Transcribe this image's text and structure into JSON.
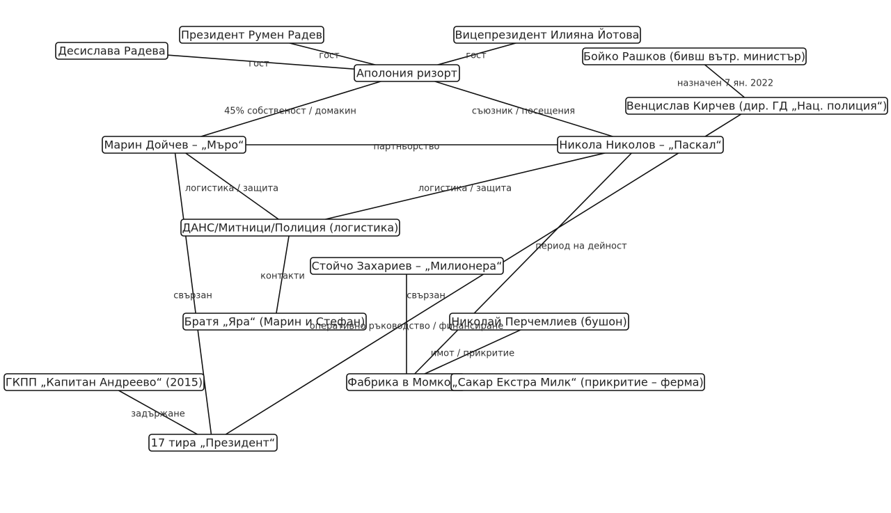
{
  "diagram": {
    "nodes": [
      {
        "id": "president",
        "label": "Президент Румен Радев"
      },
      {
        "id": "vicepresident",
        "label": "Вицепрезидент Илияна Йотова"
      },
      {
        "id": "desislava",
        "label": "Десислава Радева"
      },
      {
        "id": "boyko",
        "label": "Бойко Рашков (бивш вътр. министър)"
      },
      {
        "id": "apolonia",
        "label": "Аполония ризорт"
      },
      {
        "id": "ventsislav",
        "label": "Венцислав Кирчев (дир. ГД „Нац. полиция“)"
      },
      {
        "id": "marin",
        "label": "Марин Дойчев – „Мъро“"
      },
      {
        "id": "nikola",
        "label": "Никола Николов – „Паскал“"
      },
      {
        "id": "dans",
        "label": "ДАНС/Митници/Полиция (логистика)"
      },
      {
        "id": "stoycho",
        "label": "Стойчо Захариев – „Милионера“"
      },
      {
        "id": "yara",
        "label": "Братя „Яра“ (Марин и Стефан)"
      },
      {
        "id": "perchemliev",
        "label": "Николай Перчемлиев (бушон)"
      },
      {
        "id": "gkpp",
        "label": "ГКПП „Капитан Андреево“ (2015)"
      },
      {
        "id": "fabrika",
        "label": "Фабрика в Момково"
      },
      {
        "id": "sakar",
        "label": "„Сакар Екстра Милк“ (прикритие – ферма)"
      },
      {
        "id": "tiri",
        "label": "17 тира „Президент“"
      }
    ],
    "edges": [
      {
        "from": "president",
        "to": "apolonia",
        "label": "гост"
      },
      {
        "from": "vicepresident",
        "to": "apolonia",
        "label": "гост"
      },
      {
        "from": "desislava",
        "to": "apolonia",
        "label": "гост"
      },
      {
        "from": "marin",
        "to": "apolonia",
        "label": "45% собственост / домакин"
      },
      {
        "from": "nikola",
        "to": "apolonia",
        "label": "съюзник / посещения"
      },
      {
        "from": "boyko",
        "to": "ventsislav",
        "label": "назначен 7 ян. 2022"
      },
      {
        "from": "nikola",
        "to": "marin",
        "label": "партньорство"
      },
      {
        "from": "dans",
        "to": "marin",
        "label": "логистика / защита"
      },
      {
        "from": "nikola",
        "to": "dans",
        "label": "логистика / защита"
      },
      {
        "from": "ventsislav",
        "to": "tiri",
        "label": "период на дейност"
      },
      {
        "from": "yara",
        "to": "dans",
        "label": "контакти"
      },
      {
        "from": "marin",
        "to": "tiri",
        "label": "свързан"
      },
      {
        "from": "stoycho",
        "to": "fabrika",
        "label": "свързан"
      },
      {
        "from": "nikola",
        "to": "fabrika",
        "label": "оперативно ръководство / финансиране"
      },
      {
        "from": "perchemliev",
        "to": "fabrika",
        "label": "имот / прикритие"
      },
      {
        "from": "sakar",
        "to": "fabrika",
        "label": ""
      },
      {
        "from": "gkpp",
        "to": "tiri",
        "label": "задържане"
      }
    ]
  }
}
